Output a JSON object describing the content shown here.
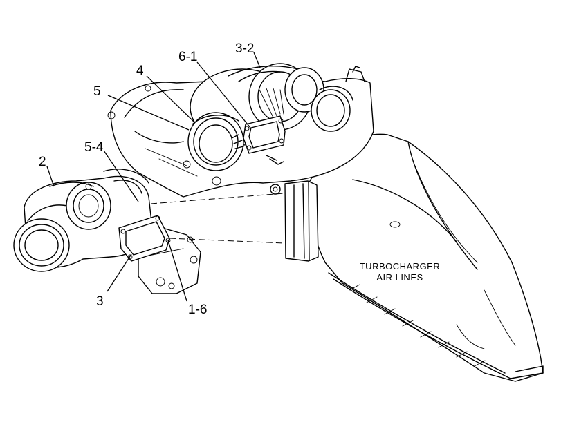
{
  "callouts": {
    "c_3_2": "3-2",
    "c_6_1": "6-1",
    "c_4": "4",
    "c_5": "5",
    "c_5_4": "5-4",
    "c_2": "2",
    "c_3": "3",
    "c_1_6": "1-6"
  },
  "caption": {
    "line1": "TURBOCHARGER",
    "line2": "AIR LINES"
  }
}
